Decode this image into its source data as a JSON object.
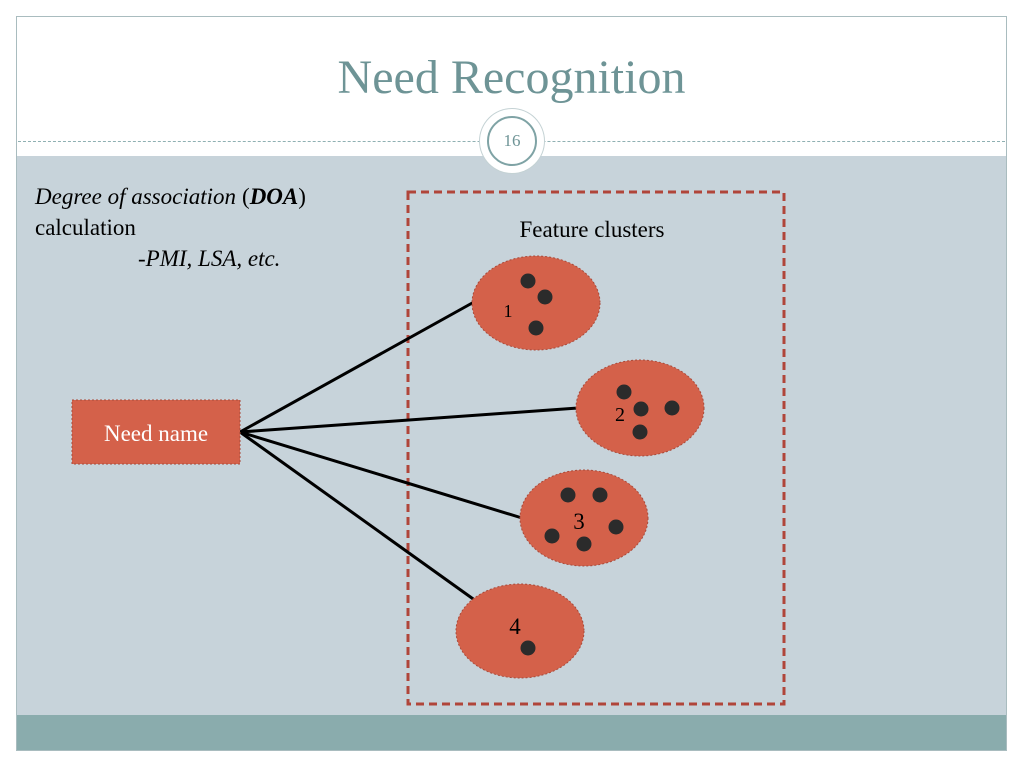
{
  "slide": {
    "title": "Need Recognition",
    "number": "16"
  },
  "intro": {
    "term": "Degree of association",
    "paren_open": "(",
    "abbrev": "DOA",
    "paren_close": ")",
    "line2": "calculation",
    "line3": "-PMI, LSA, etc."
  },
  "diagram": {
    "source_label": "Need name",
    "group_label": "Feature clusters",
    "clusters": [
      {
        "label": "1"
      },
      {
        "label": "2"
      },
      {
        "label": "3"
      },
      {
        "label": "4"
      }
    ]
  },
  "colors": {
    "title": "#6e9496",
    "content_bg": "#c7d3da",
    "footer_band": "#8aacad",
    "shape_fill": "#d4614a",
    "shape_border": "#a94a3a",
    "dashed_box": "#b0453a",
    "dot": "#2b2b2b"
  }
}
